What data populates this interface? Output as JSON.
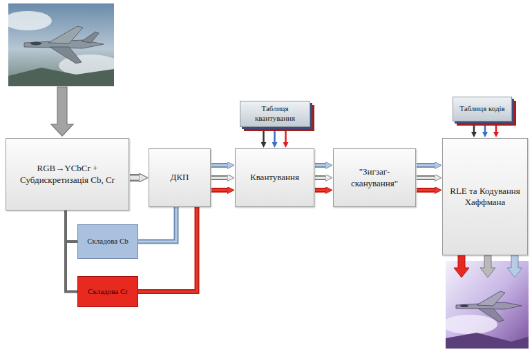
{
  "diagram": {
    "nodes": [
      {
        "text": [
          "RGB→YCbCr + Субдискретизація Cb, Cr"
        ]
      },
      {
        "text": [
          "ДКП"
        ]
      },
      {
        "text": [
          "Таблиця квантування"
        ]
      },
      {
        "text": [
          "Квантування"
        ]
      },
      {
        "text": [
          "\"Зигзаг-сканування\""
        ]
      },
      {
        "text": [
          "Таблиця кодів"
        ]
      },
      {
        "text": [
          "RLE та Кодування Хаффмана"
        ]
      },
      {
        "text": [
          "Складова Cb"
        ]
      },
      {
        "text": [
          "Складова Cr"
        ]
      }
    ],
    "edges": [
      {
        "from": 0,
        "to": 1,
        "arrow": "to"
      },
      {
        "from": 0,
        "to": 7,
        "arrow": "none"
      },
      {
        "from": 0,
        "to": 8,
        "arrow": "none"
      },
      {
        "from": 7,
        "to": 1,
        "arrow": "none"
      },
      {
        "from": 8,
        "to": 1,
        "arrow": "none"
      },
      {
        "from": 1,
        "to": 3,
        "arrow": "to"
      },
      {
        "from": 1,
        "to": 3,
        "arrow": "to"
      },
      {
        "from": 1,
        "to": 3,
        "arrow": "to"
      },
      {
        "from": 2,
        "to": 3,
        "arrow": "to"
      },
      {
        "from": 2,
        "to": 3,
        "arrow": "to"
      },
      {
        "from": 2,
        "to": 3,
        "arrow": "to"
      },
      {
        "from": 3,
        "to": 4,
        "arrow": "to"
      },
      {
        "from": 3,
        "to": 4,
        "arrow": "to"
      },
      {
        "from": 3,
        "to": 4,
        "arrow": "to"
      },
      {
        "from": 4,
        "to": 6,
        "arrow": "to"
      },
      {
        "from": 4,
        "to": 6,
        "arrow": "to"
      },
      {
        "from": 4,
        "to": 6,
        "arrow": "to"
      },
      {
        "from": 5,
        "to": 6,
        "arrow": "to"
      },
      {
        "from": 5,
        "to": 6,
        "arrow": "to"
      },
      {
        "from": 5,
        "to": 6,
        "arrow": "to"
      }
    ]
  }
}
